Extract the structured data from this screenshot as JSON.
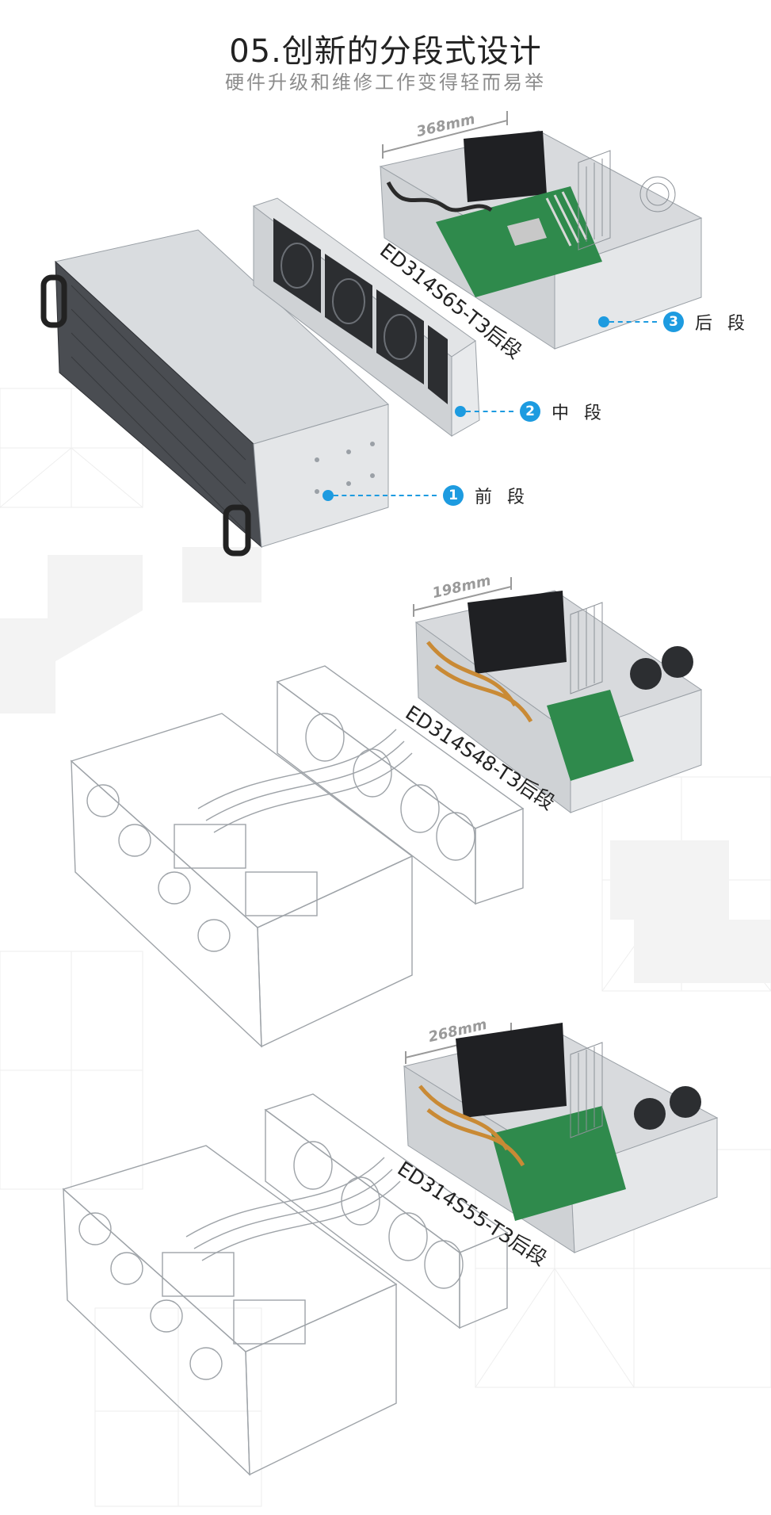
{
  "header": {
    "title": "05.创新的分段式设计",
    "subtitle": "硬件升级和维修工作变得轻而易举"
  },
  "callouts": [
    {
      "number": "1",
      "label": "前 段"
    },
    {
      "number": "2",
      "label": "中 段"
    },
    {
      "number": "3",
      "label": "后 段"
    }
  ],
  "products": [
    {
      "dimension": "368mm",
      "model": "ED314S65-T3后段"
    },
    {
      "dimension": "198mm",
      "model": "ED314S48-T3后段"
    },
    {
      "dimension": "268mm",
      "model": "ED314S55-T3后段"
    }
  ],
  "colors": {
    "accent": "#1d9be0",
    "chassis": "#c8cbcf",
    "pcb": "#2f8a4c"
  }
}
